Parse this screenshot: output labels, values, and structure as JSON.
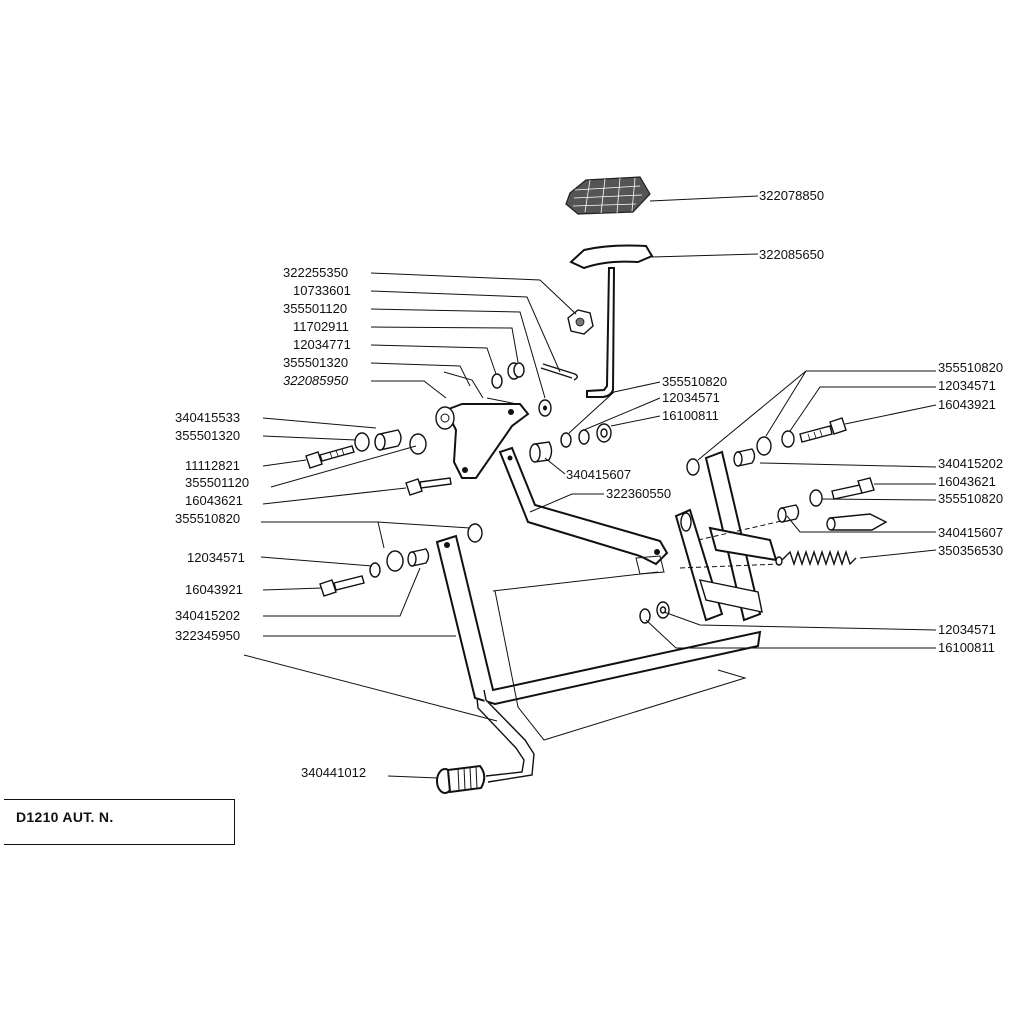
{
  "diagram": {
    "title": "D1210  AUT. N.",
    "part_numbers": {
      "pedal_rubber": "322078850",
      "pedal_lever": "322085650",
      "nut_top": "322255350",
      "pin_10733601": "10733601",
      "bush_355501120_top": "355501120",
      "washer_11702911": "11702911",
      "washer_12034771": "12034771",
      "washer_355501320_top": "355501320",
      "bracket_322085950": "322085950",
      "bush_340415533": "340415533",
      "washer_355501320_mid": "355501320",
      "bolt_11112821": "11112821",
      "washer_355501120_mid": "355501120",
      "bolt_16043621_left": "16043621",
      "washer_355510820_left": "355510820",
      "washer_12034571_left": "12034571",
      "bolt_16043921_left": "16043921",
      "bush_340415202_left": "340415202",
      "frame_322345950": "322345950",
      "handle_340441012": "340441012",
      "washer_355510820_center": "355510820",
      "washer_12034571_center": "12034571",
      "washer_16100811_center": "16100811",
      "bush_340415607_center": "340415607",
      "rod_322360550": "322360550",
      "washer_355510820_right_top": "355510820",
      "washer_12034571_right_top": "12034571",
      "bolt_16043921_right": "16043921",
      "bush_340415202_right": "340415202",
      "bolt_16043621_right": "16043621",
      "washer_355510820_right": "355510820",
      "bush_340415607_right": "340415607",
      "spring_350356530": "350356530",
      "washer_12034571_bottom": "12034571",
      "washer_16100811_bottom": "16100811"
    }
  }
}
